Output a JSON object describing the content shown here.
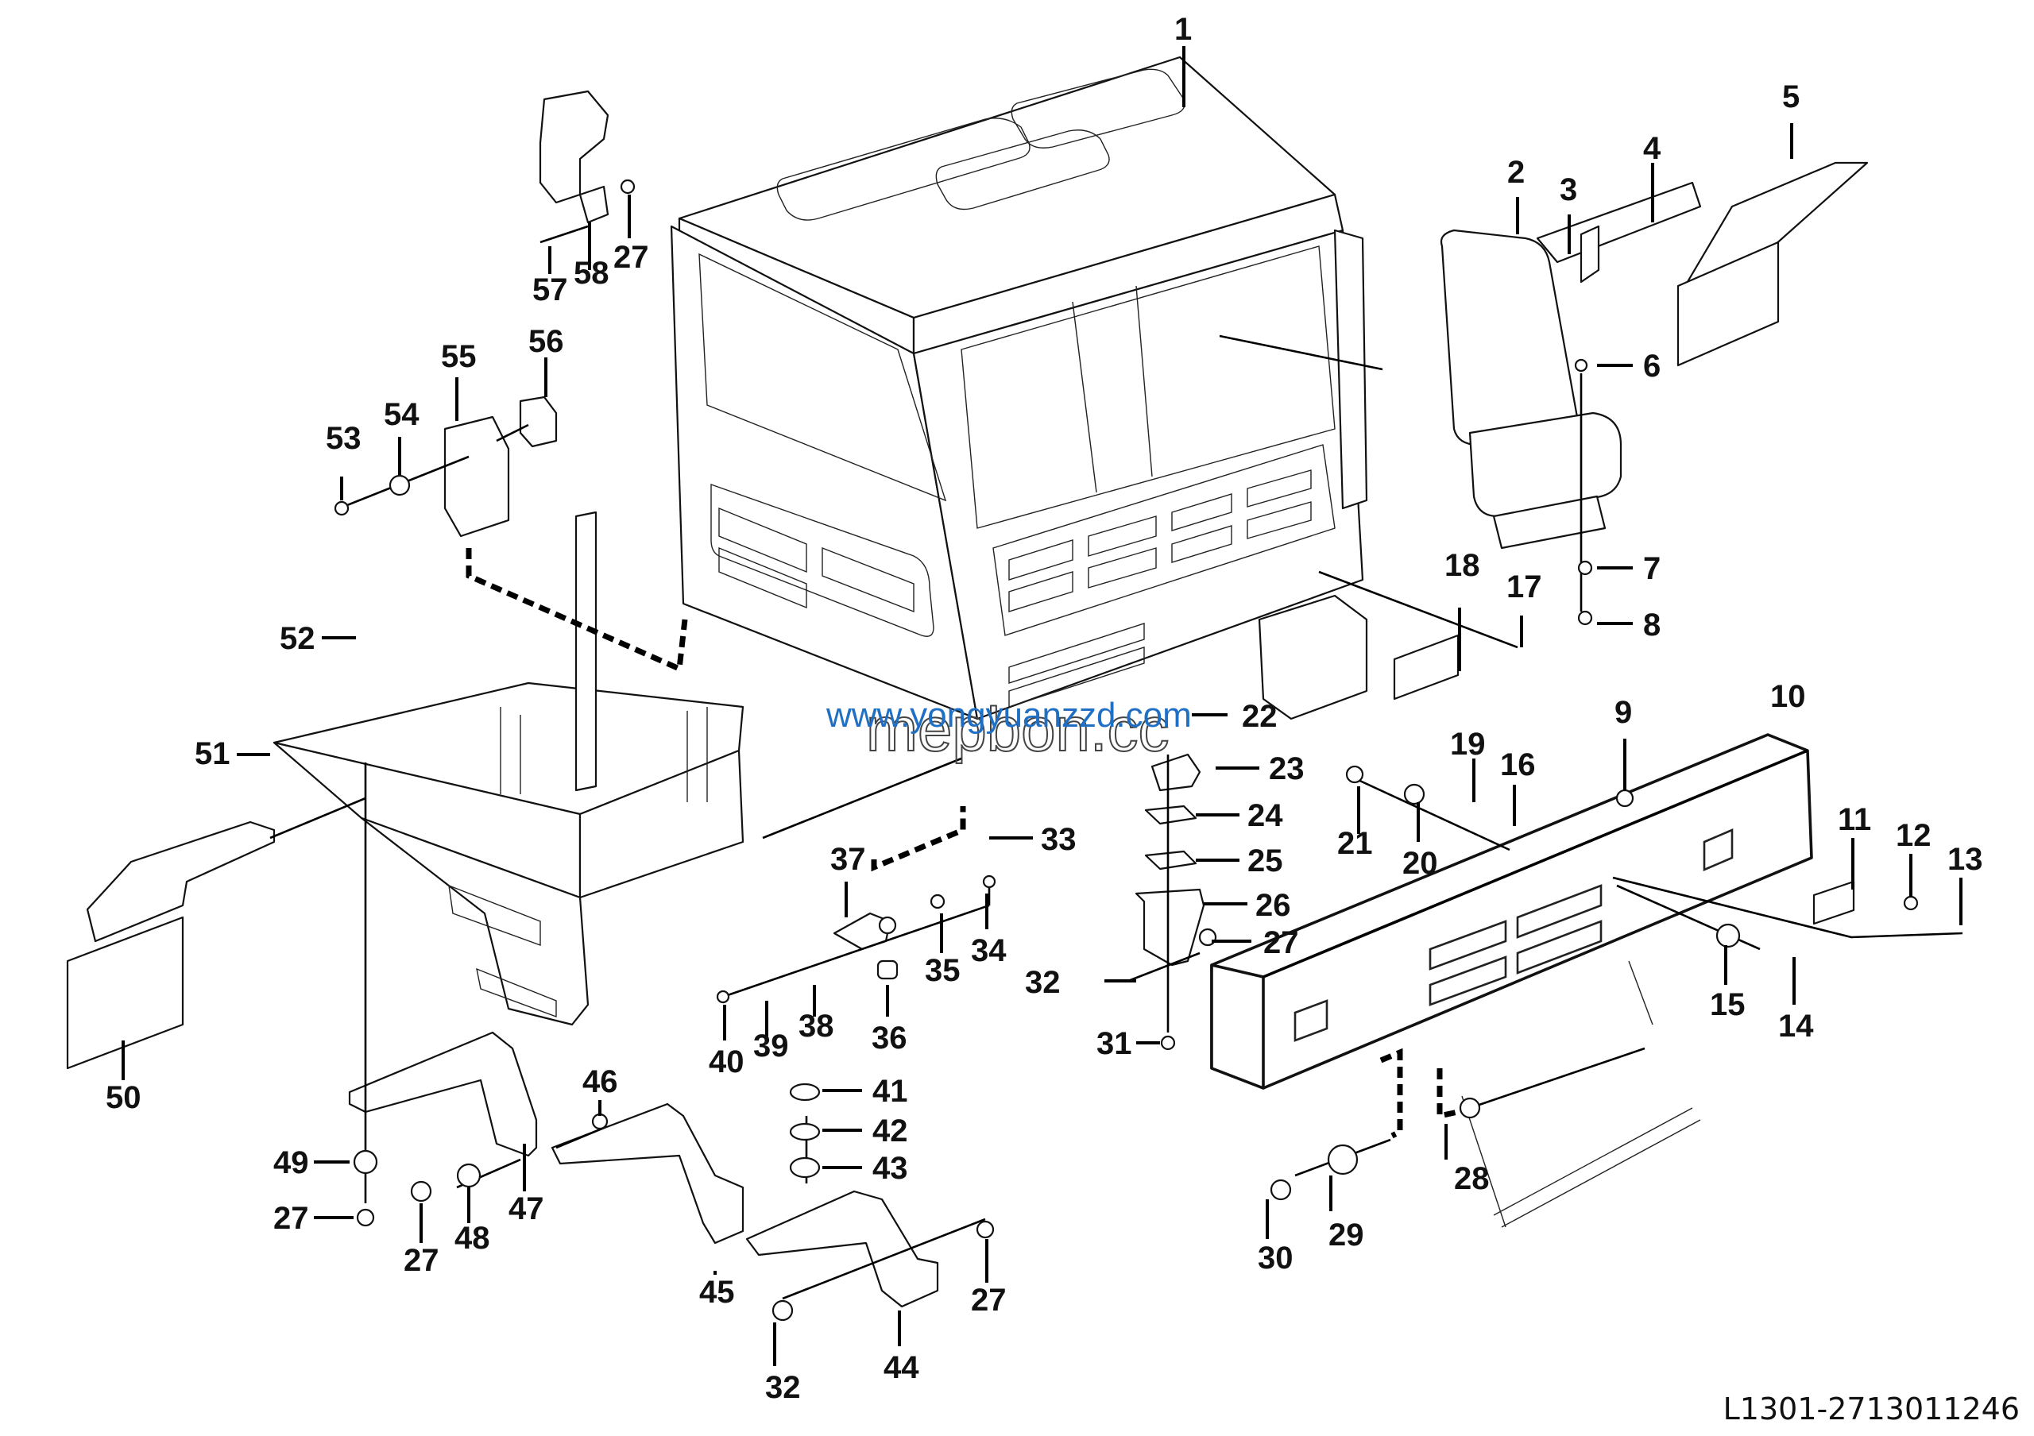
{
  "diagram": {
    "title_code": "L1301-2713011246",
    "watermarks": [
      "www.yongyuanzzd.com",
      "mepbon.cc"
    ],
    "accent_colors": {
      "watermark_blue": "#1f6fc4",
      "line": "#111111"
    },
    "parts": [
      {
        "id": "1",
        "label": "1",
        "name": "cab-body"
      },
      {
        "id": "2",
        "label": "2",
        "name": "driver-seat"
      },
      {
        "id": "3",
        "label": "3",
        "name": "bolt"
      },
      {
        "id": "4",
        "label": "4",
        "name": "nut"
      },
      {
        "id": "5",
        "label": "5",
        "name": "mudguard-right"
      },
      {
        "id": "6",
        "label": "6",
        "name": "bolt"
      },
      {
        "id": "7",
        "label": "7",
        "name": "washer"
      },
      {
        "id": "8",
        "label": "8",
        "name": "nut"
      },
      {
        "id": "9",
        "label": "9",
        "name": "nut"
      },
      {
        "id": "10",
        "label": "10",
        "name": "bumper"
      },
      {
        "id": "11",
        "label": "11",
        "name": "grille-plate"
      },
      {
        "id": "12",
        "label": "12",
        "name": "washer"
      },
      {
        "id": "13",
        "label": "13",
        "name": "screw"
      },
      {
        "id": "14",
        "label": "14",
        "name": "bolt"
      },
      {
        "id": "15",
        "label": "15",
        "name": "washer"
      },
      {
        "id": "16",
        "label": "16",
        "name": "shim"
      },
      {
        "id": "17",
        "label": "17",
        "name": "screw"
      },
      {
        "id": "18",
        "label": "18",
        "name": "grille-plate"
      },
      {
        "id": "19",
        "label": "19",
        "name": "shim"
      },
      {
        "id": "20",
        "label": "20",
        "name": "washer"
      },
      {
        "id": "21",
        "label": "21",
        "name": "nut"
      },
      {
        "id": "22",
        "label": "22",
        "name": "bolt"
      },
      {
        "id": "23",
        "label": "23",
        "name": "hinge"
      },
      {
        "id": "24",
        "label": "24",
        "name": "shim"
      },
      {
        "id": "25",
        "label": "25",
        "name": "shim"
      },
      {
        "id": "26",
        "label": "26",
        "name": "bracket"
      },
      {
        "id": "27",
        "label": "27",
        "name": "nut"
      },
      {
        "id": "28",
        "label": "28",
        "name": "washer"
      },
      {
        "id": "29",
        "label": "29",
        "name": "washer"
      },
      {
        "id": "30",
        "label": "30",
        "name": "bolt"
      },
      {
        "id": "31",
        "label": "31",
        "name": "nut"
      },
      {
        "id": "32",
        "label": "32",
        "name": "bolt"
      },
      {
        "id": "33",
        "label": "33",
        "name": "pin"
      },
      {
        "id": "34",
        "label": "34",
        "name": "nut"
      },
      {
        "id": "35",
        "label": "35",
        "name": "washer"
      },
      {
        "id": "36",
        "label": "36",
        "name": "bushing"
      },
      {
        "id": "37",
        "label": "37",
        "name": "hinge"
      },
      {
        "id": "38",
        "label": "38",
        "name": "sleeve"
      },
      {
        "id": "39",
        "label": "39",
        "name": "sleeve"
      },
      {
        "id": "40",
        "label": "40",
        "name": "nut"
      },
      {
        "id": "41",
        "label": "41",
        "name": "slotted-washer"
      },
      {
        "id": "42",
        "label": "42",
        "name": "slotted-washer"
      },
      {
        "id": "43",
        "label": "43",
        "name": "rubber-mount"
      },
      {
        "id": "44",
        "label": "44",
        "name": "bracket"
      },
      {
        "id": "45",
        "label": "45",
        "name": "bracket"
      },
      {
        "id": "46",
        "label": "46",
        "name": "bolt"
      },
      {
        "id": "47",
        "label": "47",
        "name": "bracket"
      },
      {
        "id": "48",
        "label": "48",
        "name": "washer"
      },
      {
        "id": "49",
        "label": "49",
        "name": "washer"
      },
      {
        "id": "50",
        "label": "50",
        "name": "mudguard-left"
      },
      {
        "id": "51",
        "label": "51",
        "name": "platform"
      },
      {
        "id": "52",
        "label": "52",
        "name": "bolt"
      },
      {
        "id": "53",
        "label": "53",
        "name": "nut"
      },
      {
        "id": "54",
        "label": "54",
        "name": "washer"
      },
      {
        "id": "55",
        "label": "55",
        "name": "lock-assembly"
      },
      {
        "id": "56",
        "label": "56",
        "name": "latch"
      },
      {
        "id": "57",
        "label": "57",
        "name": "bolt"
      },
      {
        "id": "58",
        "label": "58",
        "name": "tilt-bracket"
      }
    ]
  }
}
